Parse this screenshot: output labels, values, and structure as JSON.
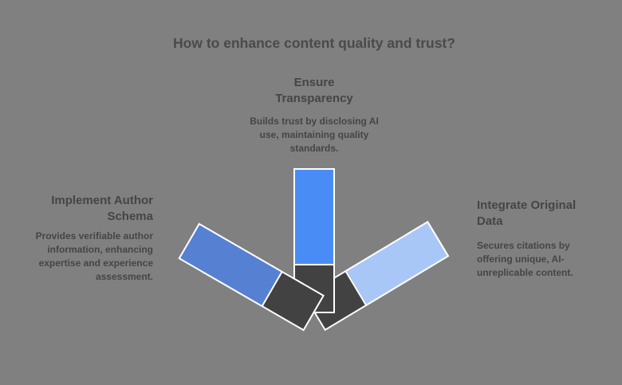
{
  "background_color": "#808080",
  "title": {
    "text": "How to enhance content quality and trust?",
    "color": "#4a4a4a"
  },
  "colors": {
    "bar_base": "#424242",
    "bar_border": "#ffffff",
    "text": "#454545"
  },
  "items": [
    {
      "id": "implement-author-schema",
      "position": "left",
      "heading_lines": [
        "Implement Author",
        "Schema"
      ],
      "body_lines": [
        "Provides verifiable author",
        "information, enhancing",
        "expertise and experience",
        "assessment."
      ],
      "bar_color": "#5680d2"
    },
    {
      "id": "ensure-transparency",
      "position": "center",
      "heading_lines": [
        "Ensure",
        "Transparency"
      ],
      "body_lines": [
        "Builds trust by disclosing AI",
        "use, maintaining quality",
        "standards."
      ],
      "bar_color": "#4a8cf5"
    },
    {
      "id": "integrate-original-data",
      "position": "right",
      "heading_lines": [
        "Integrate Original",
        "Data"
      ],
      "body_lines": [
        "Secures citations by",
        "offering unique, AI-",
        "unreplicable content."
      ],
      "bar_color": "#a9c7f6"
    }
  ]
}
